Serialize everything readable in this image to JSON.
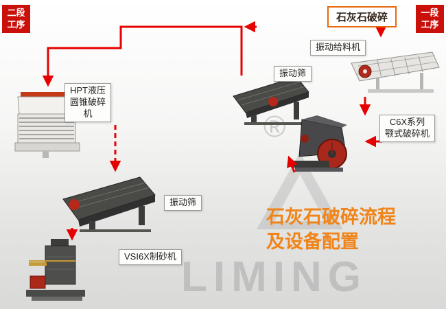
{
  "stage_badges": {
    "second": {
      "line1": "二段",
      "line2": "工序"
    },
    "first": {
      "line1": "一段",
      "line2": "工序"
    }
  },
  "nodes": {
    "source": "石灰石破碎",
    "feeder": "振动给料机",
    "screen_right": "振动筛",
    "jaw": {
      "line1": "C6X系列",
      "line2": "颚式破碎机"
    },
    "cone": {
      "line1": "HPT液压",
      "line2": "圆锥破碎",
      "line3": "机"
    },
    "screen_left": "振动筛",
    "sand": "VSI6X制砂机"
  },
  "caption": {
    "line1": "石灰石破碎流程",
    "line2": "及设备配置"
  },
  "watermark": {
    "brand": "LIMING",
    "registered": "®"
  },
  "machine_icons": [
    "vibrating-feeder",
    "vibrating-screen",
    "jaw-crusher",
    "cone-crusher",
    "vibrating-screen",
    "vsi-sand-maker"
  ],
  "colors": {
    "arrow_red": "#e60000",
    "badge_red": "#c9100b",
    "source_border_orange": "#e8680c",
    "caption_orange": "#f08418"
  }
}
